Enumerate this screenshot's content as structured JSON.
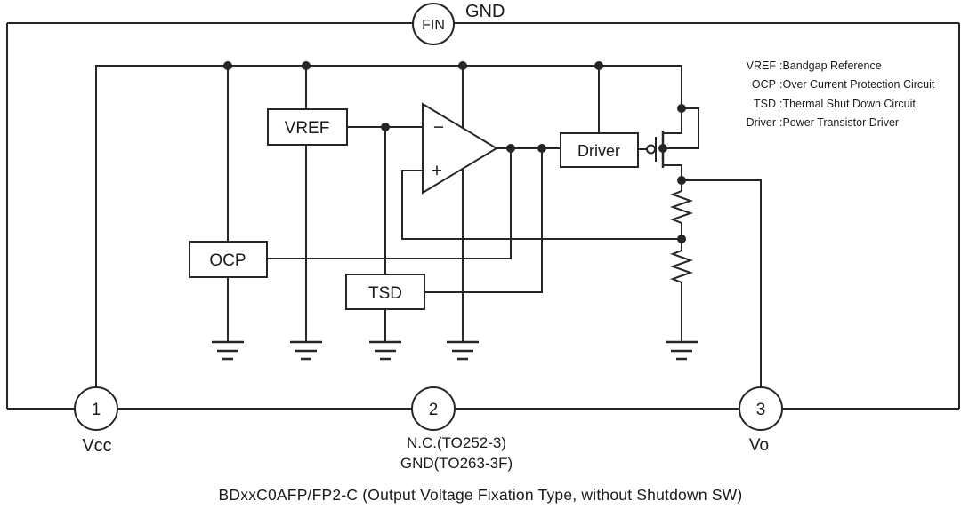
{
  "diagram": {
    "caption": "BDxxC0AFP/FP2-C (Output Voltage Fixation Type, without Shutdown SW)",
    "package_pin": {
      "name": "FIN",
      "net": "GND"
    },
    "blocks": {
      "vref": "VREF",
      "ocp": "OCP",
      "tsd": "TSD",
      "driver": "Driver"
    },
    "opamp": {
      "inverting": "−",
      "non_inverting": "+"
    },
    "legend": [
      {
        "term": "VREF",
        "desc": ":Bandgap Reference"
      },
      {
        "term": "OCP",
        "desc": ":Over Current Protection Circuit"
      },
      {
        "term": "TSD",
        "desc": ":Thermal Shut Down Circuit."
      },
      {
        "term": "Driver",
        "desc": ":Power Transistor Driver"
      }
    ],
    "pins": [
      {
        "number": "1",
        "label": "Vcc"
      },
      {
        "number": "2",
        "label": "N.C.(TO252-3)",
        "label2": "GND(TO263-3F)"
      },
      {
        "number": "3",
        "label": "Vo"
      }
    ],
    "colors": {
      "line": "#262626",
      "background": "#ffffff"
    }
  }
}
